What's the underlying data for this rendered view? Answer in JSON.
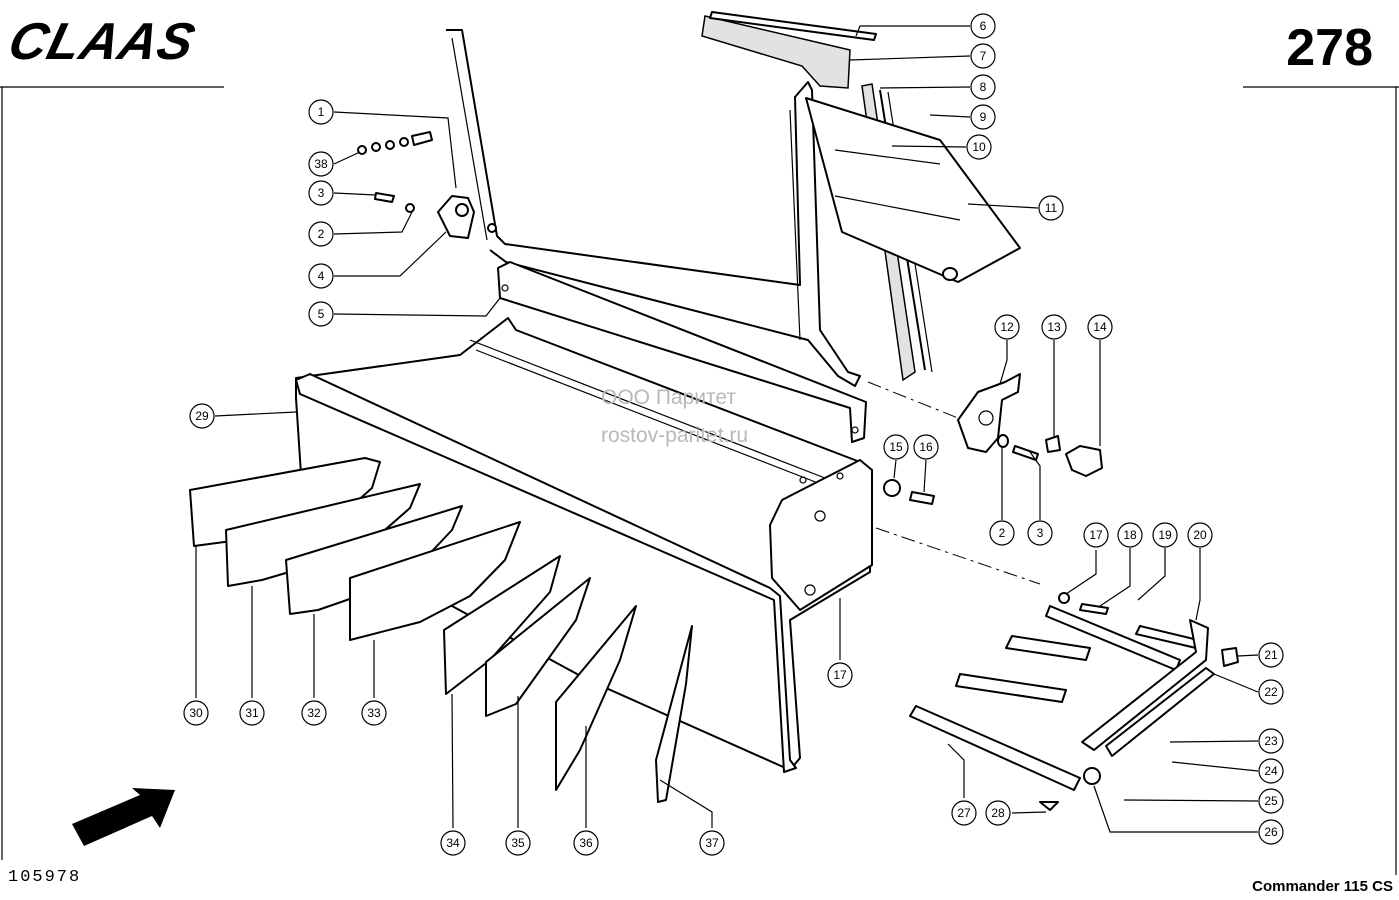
{
  "header": {
    "brand": "CLAAS",
    "page_number": "278"
  },
  "footer": {
    "drawing_number": "105978",
    "model": "Commander 115 CS"
  },
  "watermark": {
    "line1": "ООО Паритет",
    "line2": "rostov-paritet.ru"
  },
  "callouts": [
    {
      "id": "c1",
      "label": "1"
    },
    {
      "id": "c38",
      "label": "38"
    },
    {
      "id": "c3a",
      "label": "3"
    },
    {
      "id": "c2a",
      "label": "2"
    },
    {
      "id": "c4",
      "label": "4"
    },
    {
      "id": "c5",
      "label": "5"
    },
    {
      "id": "c6",
      "label": "6"
    },
    {
      "id": "c7",
      "label": "7"
    },
    {
      "id": "c8",
      "label": "8"
    },
    {
      "id": "c9",
      "label": "9"
    },
    {
      "id": "c10",
      "label": "10"
    },
    {
      "id": "c11",
      "label": "11"
    },
    {
      "id": "c12",
      "label": "12"
    },
    {
      "id": "c13",
      "label": "13"
    },
    {
      "id": "c14",
      "label": "14"
    },
    {
      "id": "c15",
      "label": "15"
    },
    {
      "id": "c16",
      "label": "16"
    },
    {
      "id": "c2b",
      "label": "2"
    },
    {
      "id": "c3b",
      "label": "3"
    },
    {
      "id": "c17a",
      "label": "17"
    },
    {
      "id": "c18",
      "label": "18"
    },
    {
      "id": "c19",
      "label": "19"
    },
    {
      "id": "c20",
      "label": "20"
    },
    {
      "id": "c21",
      "label": "21"
    },
    {
      "id": "c22",
      "label": "22"
    },
    {
      "id": "c23",
      "label": "23"
    },
    {
      "id": "c24",
      "label": "24"
    },
    {
      "id": "c25",
      "label": "25"
    },
    {
      "id": "c26",
      "label": "26"
    },
    {
      "id": "c27",
      "label": "27"
    },
    {
      "id": "c28",
      "label": "28"
    },
    {
      "id": "c17b",
      "label": "17"
    },
    {
      "id": "c29",
      "label": "29"
    },
    {
      "id": "c30",
      "label": "30"
    },
    {
      "id": "c31",
      "label": "31"
    },
    {
      "id": "c32",
      "label": "32"
    },
    {
      "id": "c33",
      "label": "33"
    },
    {
      "id": "c34",
      "label": "34"
    },
    {
      "id": "c35",
      "label": "35"
    },
    {
      "id": "c36",
      "label": "36"
    },
    {
      "id": "c37",
      "label": "37"
    }
  ]
}
